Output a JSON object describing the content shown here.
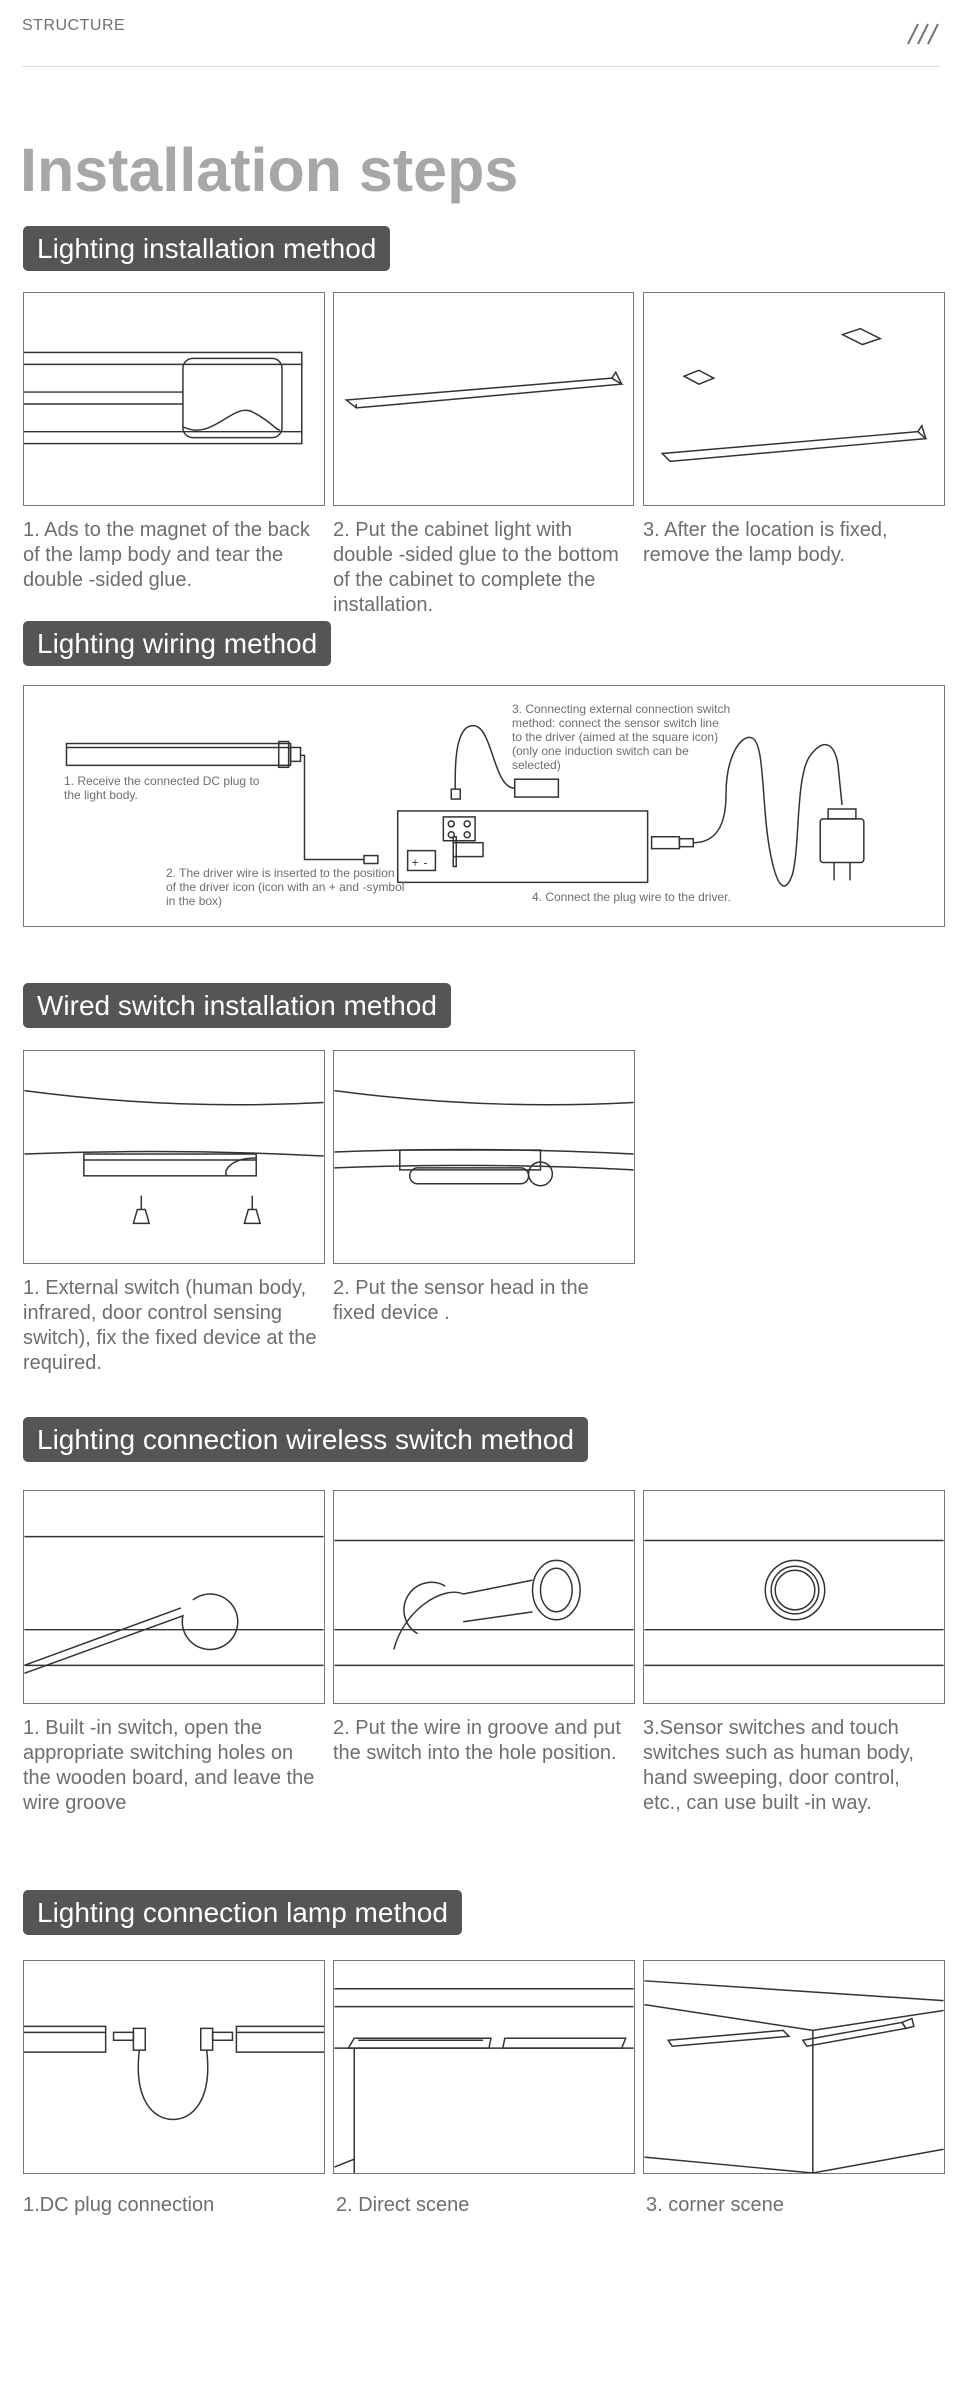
{
  "header": {
    "label": "STRUCTURE"
  },
  "title": "Installation steps",
  "sections": {
    "installation": {
      "label": "Lighting installation method",
      "captions": [
        "1. Ads to the magnet of the back of the lamp body and tear the double -sided glue.",
        "2. Put the cabinet light with double -sided glue to the bottom of the cabinet to complete the installation.",
        "3. After the location is fixed, remove the lamp body."
      ]
    },
    "wiring": {
      "label": "Lighting wiring method",
      "notes": [
        "1. Receive the connected DC plug to the light body.",
        "2. The driver wire is inserted to the position of the driver icon (icon with an + and -symbol in the box)",
        "3. Connecting external connection switch method: connect the sensor switch line to the driver (aimed at the square icon) (only one induction switch can be selected)",
        "4. Connect the plug wire to the driver."
      ]
    },
    "wired_switch": {
      "label": "Wired switch installation method",
      "captions": [
        "1. External switch (human body, infrared, door control sensing switch), fix the fixed device at the required.",
        "2. Put the sensor head in the fixed device ."
      ]
    },
    "wireless": {
      "label": "Lighting connection wireless switch method",
      "captions": [
        "1. Built -in switch, open the appropriate switching holes on the wooden board, and leave the wire groove",
        "2. Put the wire in groove and put the switch into the hole position.",
        "3.Sensor switches and touch switches such as human body, hand sweeping, door control, etc., can use built -in way."
      ]
    },
    "lamp": {
      "label": "Lighting connection lamp method",
      "captions": [
        "1.DC plug connection",
        "2. Direct scene",
        "3. corner scene"
      ]
    }
  },
  "icons": {
    "header_mark": "triple-slash-icon"
  },
  "colors": {
    "section_label_bg": "#555555",
    "title": "#a7a7a7",
    "text": "#6e6e6e",
    "line": "#777777"
  }
}
